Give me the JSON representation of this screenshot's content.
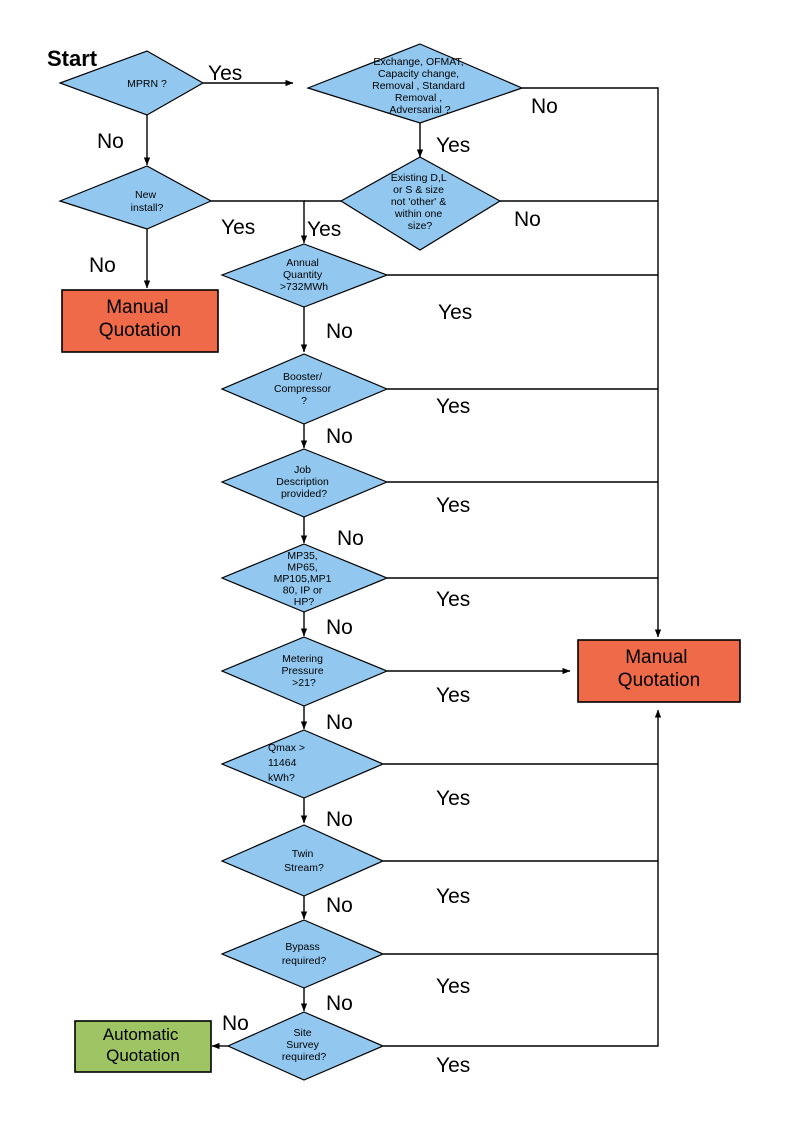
{
  "diagram": {
    "title_label": "Start",
    "colors": {
      "decision_fill": "#92C8F0",
      "manual_fill": "#EE6A48",
      "automatic_fill": "#9FC464",
      "stroke": "#000000",
      "background": "#FFFFFF"
    },
    "decisions": [
      {
        "id": "mprn",
        "lines": [
          "MPRN ?"
        ],
        "yes_label": "Yes",
        "no_label": "No"
      },
      {
        "id": "exchange",
        "lines": [
          "Exchange, OFMAT,",
          "Capacity change,",
          "Removal , Standard",
          "Removal ,",
          "Adversarial ?"
        ],
        "yes_label": "Yes",
        "no_label": "No"
      },
      {
        "id": "new-install",
        "lines": [
          "New",
          "install?"
        ],
        "yes_label": "Yes",
        "no_label": "No"
      },
      {
        "id": "existing-dls",
        "lines": [
          "Existing D,L",
          "or S & size",
          "not 'other' &",
          "within one",
          "size?"
        ],
        "yes_label": "Yes",
        "no_label": "No"
      },
      {
        "id": "annual-quantity",
        "lines": [
          "Annual",
          "Quantity",
          ">732MWh"
        ],
        "yes_label": "Yes",
        "no_label": "No"
      },
      {
        "id": "booster-compressor",
        "lines": [
          "Booster/",
          "Compressor",
          "?"
        ],
        "yes_label": "Yes",
        "no_label": "No"
      },
      {
        "id": "job-description",
        "lines": [
          "Job",
          "Description",
          "provided?"
        ],
        "yes_label": "Yes",
        "no_label": "No"
      },
      {
        "id": "mp-pressure-tier",
        "lines": [
          "MP35,",
          "MP65,",
          "MP105,MP1",
          "80, IP or",
          "HP?"
        ],
        "yes_label": "Yes",
        "no_label": "No"
      },
      {
        "id": "metering-pressure",
        "lines": [
          "Metering",
          "Pressure",
          ">21?"
        ],
        "yes_label": "Yes",
        "no_label": "No"
      },
      {
        "id": "qmax",
        "lines": [
          "Qmax >",
          "11464",
          "kWh?"
        ],
        "yes_label": "Yes",
        "no_label": "No"
      },
      {
        "id": "twin-stream",
        "lines": [
          "Twin",
          "Stream?"
        ],
        "yes_label": "Yes",
        "no_label": "No"
      },
      {
        "id": "bypass",
        "lines": [
          "Bypass",
          "required?"
        ],
        "yes_label": "Yes",
        "no_label": "No"
      },
      {
        "id": "site-survey",
        "lines": [
          "Site",
          "Survey",
          "required?"
        ],
        "yes_label": "Yes",
        "no_label": "No"
      }
    ],
    "terminals": [
      {
        "id": "manual-quotation-left",
        "lines": [
          "Manual",
          "Quotation"
        ],
        "type": "manual"
      },
      {
        "id": "manual-quotation-right",
        "lines": [
          "Manual",
          "Quotation"
        ],
        "type": "manual"
      },
      {
        "id": "automatic-quotation",
        "lines": [
          "Automatic",
          "Quotation"
        ],
        "type": "automatic"
      }
    ],
    "edge_labels": {
      "mprn_yes": "Yes",
      "mprn_no": "No",
      "exchange_no": "No",
      "exchange_yes": "Yes",
      "new_install_yes": "Yes",
      "new_install_no": "No",
      "existing_yes": "Yes",
      "existing_no": "No",
      "annual_yes": "Yes",
      "annual_no": "No",
      "booster_yes": "Yes",
      "booster_no": "No",
      "job_yes": "Yes",
      "job_no": "No",
      "mp_yes": "Yes",
      "mp_no": "No",
      "metering_yes": "Yes",
      "metering_no": "No",
      "qmax_yes": "Yes",
      "qmax_no": "No",
      "twin_yes": "Yes",
      "twin_no": "No",
      "bypass_yes": "Yes",
      "bypass_no": "No",
      "site_yes": "Yes",
      "site_no": "No"
    }
  }
}
